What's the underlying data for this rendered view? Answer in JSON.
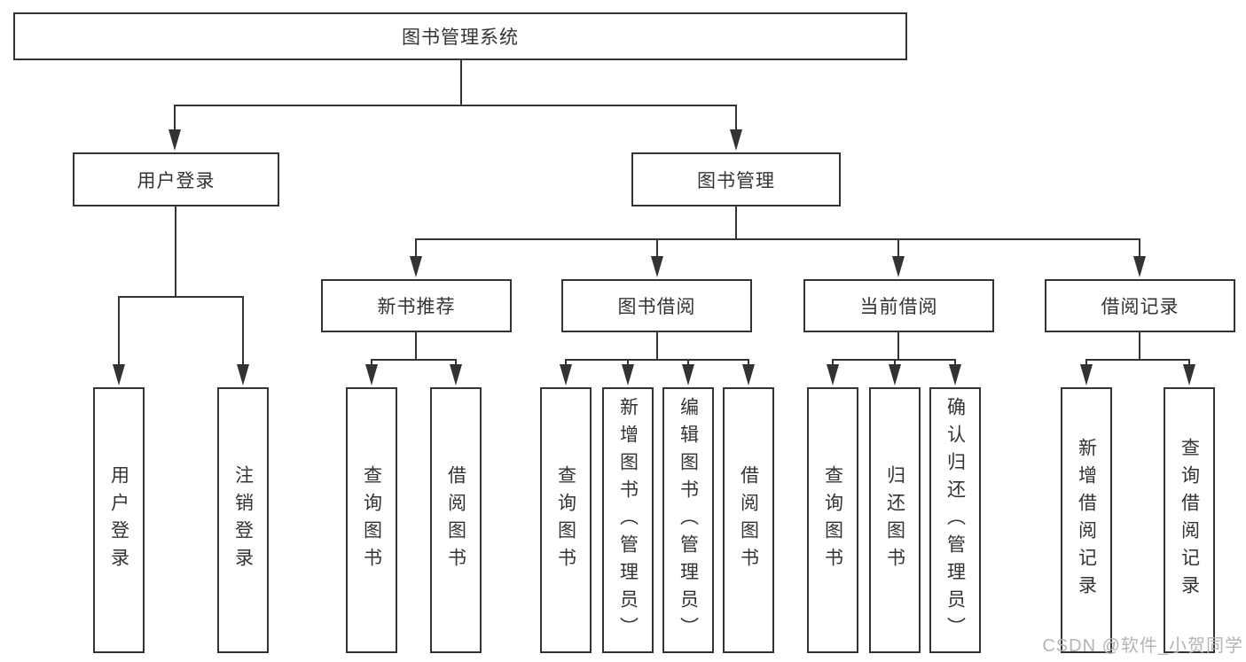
{
  "colors": {
    "line": "#333333",
    "box_border": "#333333",
    "text": "#333333",
    "background": "#ffffff",
    "watermark": "#b5b5b5"
  },
  "tree": {
    "root": {
      "label": "图书管理系统"
    },
    "level2": [
      {
        "label": "用户登录"
      },
      {
        "label": "图书管理"
      }
    ],
    "level3": [
      {
        "label": "新书推荐"
      },
      {
        "label": "图书借阅"
      },
      {
        "label": "当前借阅"
      },
      {
        "label": "借阅记录"
      }
    ],
    "leaves": {
      "user_login": [
        {
          "label": "用户登录"
        },
        {
          "label": "注销登录"
        }
      ],
      "new_book": [
        {
          "label": "查询图书"
        },
        {
          "label": "借阅图书"
        }
      ],
      "book_borrow": [
        {
          "label": "查询图书"
        },
        {
          "label": "新增图书（管理员）"
        },
        {
          "label": "编辑图书（管理员）"
        },
        {
          "label": "借阅图书"
        }
      ],
      "current_borrow": [
        {
          "label": "查询图书"
        },
        {
          "label": "归还图书"
        },
        {
          "label": "确认归还（管理员）"
        }
      ],
      "records": [
        {
          "label": "新增借阅记录"
        },
        {
          "label": "查询借阅记录"
        }
      ]
    }
  },
  "watermark": {
    "text": "CSDN @软件_小贺同学"
  }
}
